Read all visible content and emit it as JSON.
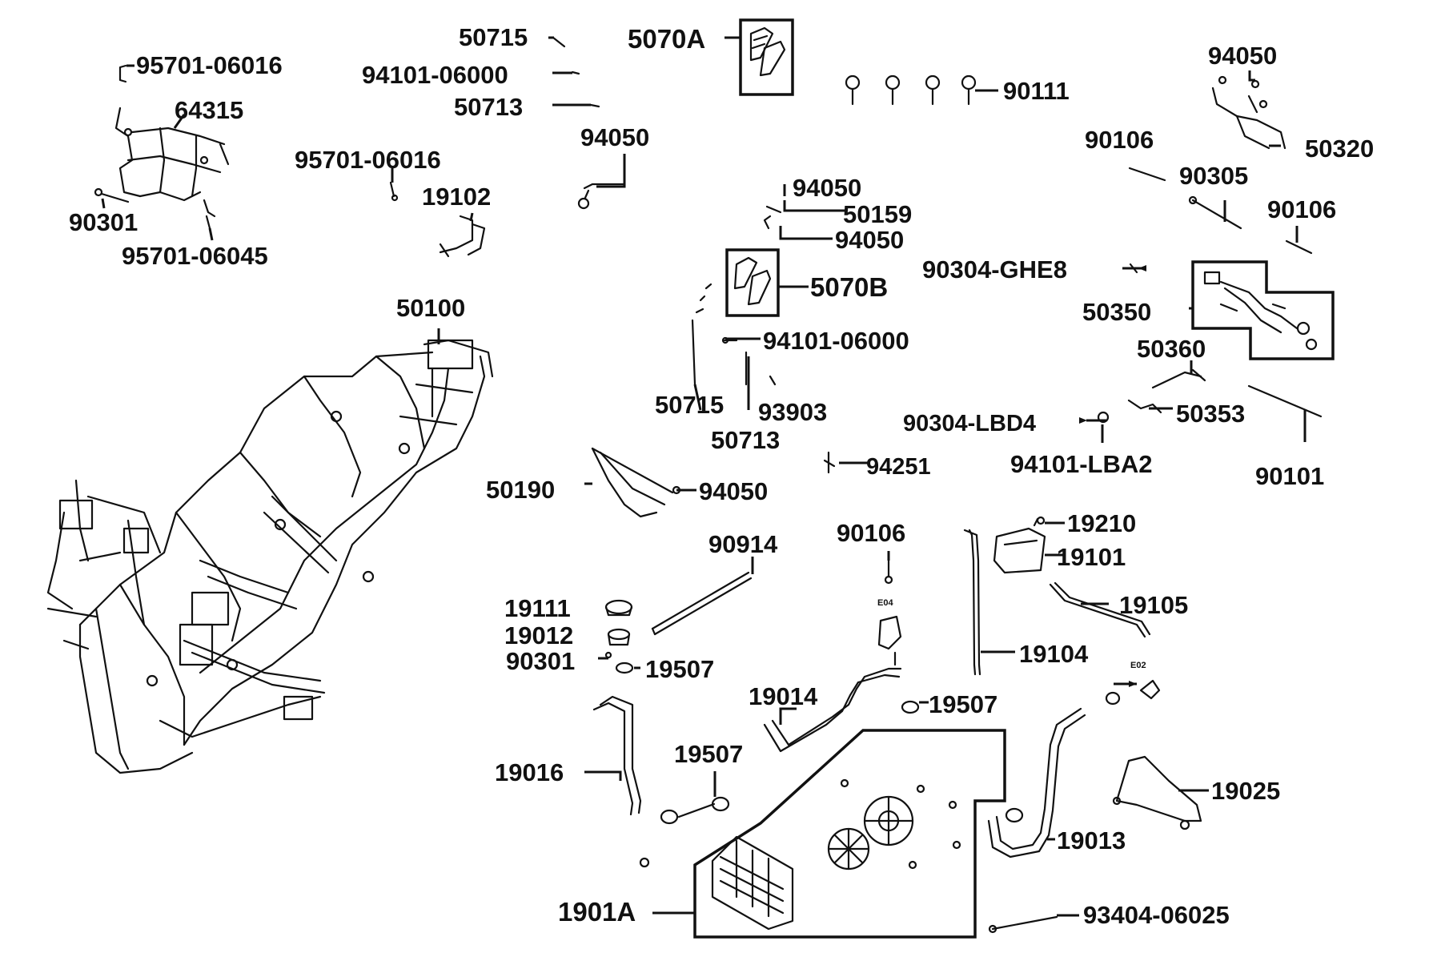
{
  "labels": {
    "p95701_06016_a": "95701-06016",
    "p64315": "64315",
    "p90301_a": "90301",
    "p95701_06045": "95701-06045",
    "p95701_06016_b": "95701-06016",
    "p19102": "19102",
    "p50715_a": "50715",
    "p94101_06000_a": "94101-06000",
    "p50713_a": "50713",
    "p5070A": "5070A",
    "p94050_a": "94050",
    "p90111": "90111",
    "p94050_b": "94050",
    "p50320": "50320",
    "p90106_a": "90106",
    "p90305": "90305",
    "p90106_b": "90106",
    "p94050_c": "94050",
    "p50159": "50159",
    "p94050_d": "94050",
    "p5070B": "5070B",
    "p90304_GHE8": "90304-GHE8",
    "p50350": "50350",
    "p94101_06000_b": "94101-06000",
    "p50360": "50360",
    "p50715_b": "50715",
    "p93903": "93903",
    "p50713_b": "50713",
    "p90304_LBD4": "90304-LBD4",
    "p50353": "50353",
    "p94101_LBA2": "94101-LBA2",
    "p90101": "90101",
    "p50100": "50100",
    "p94251": "94251",
    "p50190": "50190",
    "p94050_e": "94050",
    "p90914": "90914",
    "p90106_c": "90106",
    "p19210": "19210",
    "p19101": "19101",
    "p19105": "19105",
    "p19111": "19111",
    "p19012": "19012",
    "p90301_b": "90301",
    "p19507_a": "19507",
    "p19104": "19104",
    "p19014": "19014",
    "p19507_b": "19507",
    "p19016": "19016",
    "p19507_c": "19507",
    "p19025": "19025",
    "p19013": "19013",
    "p1901A": "1901A",
    "p93404_06025": "93404-06025",
    "tag_E04": "E04",
    "tag_E02": "E02"
  }
}
